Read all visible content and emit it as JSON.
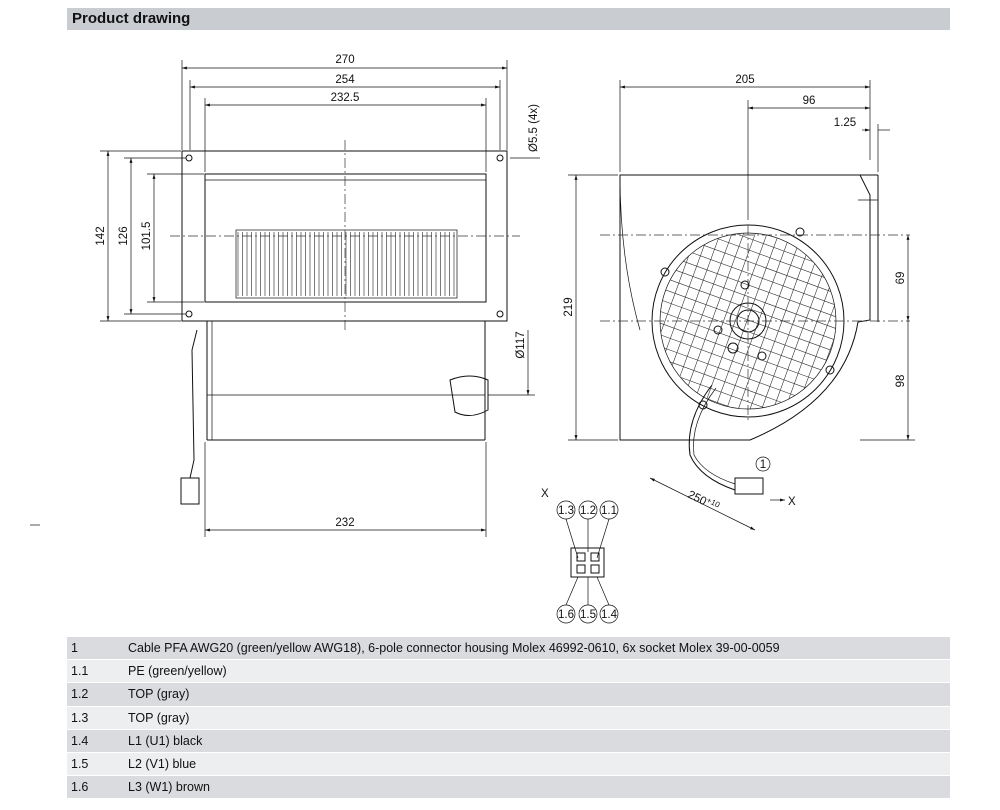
{
  "header": {
    "title": "Product drawing"
  },
  "dimensions": {
    "width_270": "270",
    "width_254": "254",
    "width_232_5": "232.5",
    "hole_d5_5": "Ø5.5 (4x)",
    "height_142": "142",
    "height_126": "126",
    "height_101_5": "101.5",
    "diameter_117": "Ø117",
    "width_232": "232",
    "width_205": "205",
    "width_96": "96",
    "width_1_25": "1.25",
    "height_219": "219",
    "height_69": "69",
    "height_98": "98",
    "cable_250": "250",
    "cable_tol": "+10",
    "callout_1": "1",
    "section_x": "X"
  },
  "connector": {
    "top_pins": [
      "1.3",
      "1.2",
      "1.1"
    ],
    "bottom_pins": [
      "1.6",
      "1.5",
      "1.4"
    ],
    "label": "X"
  },
  "legend": [
    {
      "num": "1",
      "desc": "Cable PFA AWG20 (green/yellow AWG18), 6-pole connector housing Molex 46992-0610, 6x socket Molex 39-00-0059"
    },
    {
      "num": "1.1",
      "desc": "PE (green/yellow)"
    },
    {
      "num": "1.2",
      "desc": "TOP (gray)"
    },
    {
      "num": "1.3",
      "desc": "TOP (gray)"
    },
    {
      "num": "1.4",
      "desc": "L1 (U1) black"
    },
    {
      "num": "1.5",
      "desc": "L2 (V1) blue"
    },
    {
      "num": "1.6",
      "desc": "L3 (W1) brown"
    }
  ]
}
